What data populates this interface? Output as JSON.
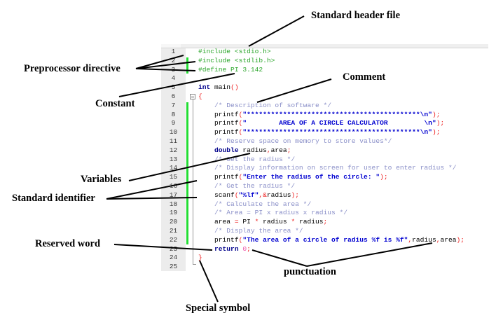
{
  "editor": {
    "lines": [
      {
        "n": "1",
        "tokens": [
          {
            "c": "pp",
            "t": "#include <stdio.h>"
          }
        ]
      },
      {
        "n": "2",
        "tokens": [
          {
            "c": "pp",
            "t": "#include <stdlib.h>"
          }
        ]
      },
      {
        "n": "3",
        "tokens": [
          {
            "c": "pp",
            "t": "#define PI 3.142"
          }
        ]
      },
      {
        "n": "4",
        "tokens": []
      },
      {
        "n": "5",
        "tokens": [
          {
            "c": "kw",
            "t": "int"
          },
          {
            "c": "id",
            "t": " main"
          },
          {
            "c": "op",
            "t": "()"
          }
        ]
      },
      {
        "n": "6",
        "tokens": [
          {
            "c": "op",
            "t": "{"
          }
        ]
      },
      {
        "n": "7",
        "tokens": [
          {
            "c": "cm",
            "t": "    /* Description of software */"
          }
        ]
      },
      {
        "n": "8",
        "tokens": [
          {
            "c": "id",
            "t": "    printf"
          },
          {
            "c": "op",
            "t": "("
          },
          {
            "c": "st",
            "t": "\"*******************************************\\n\""
          },
          {
            "c": "op",
            "t": ");"
          }
        ]
      },
      {
        "n": "9",
        "tokens": [
          {
            "c": "id",
            "t": "    printf"
          },
          {
            "c": "op",
            "t": "("
          },
          {
            "c": "st",
            "t": "\"        AREA OF A CIRCLE CALCULATOR         \\n\""
          },
          {
            "c": "op",
            "t": ");"
          }
        ]
      },
      {
        "n": "10",
        "tokens": [
          {
            "c": "id",
            "t": "    printf"
          },
          {
            "c": "op",
            "t": "("
          },
          {
            "c": "st",
            "t": "\"*******************************************\\n\""
          },
          {
            "c": "op",
            "t": ");"
          }
        ]
      },
      {
        "n": "11",
        "tokens": [
          {
            "c": "cm",
            "t": "    /* Reserve space on memory to store values*/"
          }
        ]
      },
      {
        "n": "12",
        "tokens": [
          {
            "c": "kw",
            "t": "    double"
          },
          {
            "c": "id",
            "t": " radius"
          },
          {
            "c": "op",
            "t": ","
          },
          {
            "c": "id",
            "t": "area"
          },
          {
            "c": "op",
            "t": ";"
          }
        ]
      },
      {
        "n": "13",
        "tokens": [
          {
            "c": "cm",
            "t": "    /* Get the radius */"
          }
        ]
      },
      {
        "n": "14",
        "tokens": [
          {
            "c": "cm",
            "t": "    /* Display information on screen for user to enter radius */"
          }
        ]
      },
      {
        "n": "15",
        "tokens": [
          {
            "c": "id",
            "t": "    printf"
          },
          {
            "c": "op",
            "t": "("
          },
          {
            "c": "st",
            "t": "\"Enter the radius of the circle: \""
          },
          {
            "c": "op",
            "t": ");"
          }
        ]
      },
      {
        "n": "16",
        "tokens": [
          {
            "c": "cm",
            "t": "    /* Get the radius */"
          }
        ]
      },
      {
        "n": "17",
        "tokens": [
          {
            "c": "id",
            "t": "    scanf"
          },
          {
            "c": "op",
            "t": "("
          },
          {
            "c": "st",
            "t": "\"%lf\""
          },
          {
            "c": "op",
            "t": ",&"
          },
          {
            "c": "id",
            "t": "radius"
          },
          {
            "c": "op",
            "t": ");"
          }
        ]
      },
      {
        "n": "18",
        "tokens": [
          {
            "c": "cm",
            "t": "    /* Calculate the area */"
          }
        ]
      },
      {
        "n": "19",
        "tokens": [
          {
            "c": "cm",
            "t": "    /* Area = PI x radius x radius */"
          }
        ]
      },
      {
        "n": "20",
        "tokens": [
          {
            "c": "id",
            "t": "    area "
          },
          {
            "c": "op",
            "t": "="
          },
          {
            "c": "id",
            "t": " PI "
          },
          {
            "c": "op",
            "t": "*"
          },
          {
            "c": "id",
            "t": " radius "
          },
          {
            "c": "op",
            "t": "*"
          },
          {
            "c": "id",
            "t": " radius"
          },
          {
            "c": "op",
            "t": ";"
          }
        ]
      },
      {
        "n": "21",
        "tokens": [
          {
            "c": "cm",
            "t": "    /* Display the area */"
          }
        ]
      },
      {
        "n": "22",
        "tokens": [
          {
            "c": "id",
            "t": "    printf"
          },
          {
            "c": "op",
            "t": "("
          },
          {
            "c": "st",
            "t": "\"The area of a circle of radius %f is %f\""
          },
          {
            "c": "op",
            "t": ","
          },
          {
            "c": "id",
            "t": "radius"
          },
          {
            "c": "op",
            "t": ","
          },
          {
            "c": "id",
            "t": "area"
          },
          {
            "c": "op",
            "t": ");"
          }
        ]
      },
      {
        "n": "23",
        "tokens": [
          {
            "c": "kw",
            "t": "    return"
          },
          {
            "c": "nm",
            "t": " 0"
          },
          {
            "c": "op",
            "t": ";"
          }
        ]
      },
      {
        "n": "24",
        "tokens": [
          {
            "c": "op",
            "t": "}"
          }
        ]
      },
      {
        "n": "25",
        "tokens": []
      }
    ],
    "changed_ranges": [
      [
        2,
        3
      ],
      [
        7,
        22
      ]
    ],
    "colors": {
      "preprocessor": "#2aa52a",
      "keyword": "#00008b",
      "comment": "#8a8fc8",
      "string": "#0000d0",
      "operator": "#ee2222",
      "change_bar": "#22dd33"
    }
  },
  "annotations": {
    "standard_header_file": "Standard header file",
    "preprocessor_directive": "Preprocessor directive",
    "comment": "Comment",
    "constant": "Constant",
    "variables": "Variables",
    "standard_identifier": "Standard identifier",
    "reserved_word": "Reserved word",
    "punctuation": "punctuation",
    "special_symbol": "Special symbol"
  }
}
